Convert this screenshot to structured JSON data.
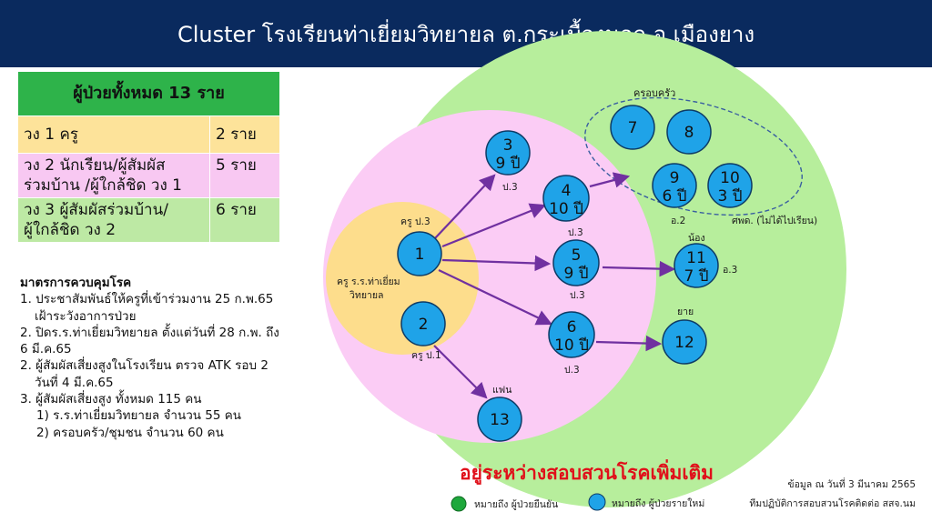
{
  "header": {
    "title": "Cluster โรงเรียนท่าเยี่ยมวิทยายล ต.กระเบื้องนอก อ.เมืองยาง"
  },
  "summary": {
    "total": "ผู้ป่วยทั้งหมด 13 ราย",
    "rows": [
      {
        "label": "วง 1 ครู",
        "count": "2 ราย"
      },
      {
        "label_line1": "วง 2 นักเรียน/ผู้สัมผัส",
        "label_line2": "ร่วมบ้าน /ผู้ใกล้ชิด วง 1",
        "count": "5 ราย"
      },
      {
        "label_line1": "วง 3 ผู้สัมผัสร่วมบ้าน/",
        "label_line2": "ผู้ใกล้ชิด วง 2",
        "count": "6 ราย"
      }
    ]
  },
  "measures": {
    "title": "มาตรการควบคุมโรค",
    "lines": [
      "1. ประชาสัมพันธ์ให้ครูที่เข้าร่วมงาน  25 ก.พ.65",
      "เฝ้าระวังอาการป่วย",
      "2. ปิดร.ร.ท่าเยี่ยมวิทยายล  ตั้งแต่วันที่ 28 ก.พ. ถึง",
      "6 มี.ค.65",
      "2. ผู้สัมผัสเสี่ยงสูงในโรงเรียน  ตรวจ ATK รอบ 2",
      "วันที่ 4 มี.ค.65",
      "3. ผู้สัมผัสเสี่ยงสูง ทั้งหมด 115 คน",
      "1) ร.ร.ท่าเยี่ยมวิทยายล   จำนวน  55 คน",
      "2) ครอบครัว/ชุมชน          จำนวน  60 คน"
    ]
  },
  "diagram": {
    "school_label_line1": "ครู ร.ร.ท่าเยี่ยม",
    "school_label_line2": "วิทยายล",
    "family_label": "ครอบครัว",
    "nodes": [
      {
        "id": "1",
        "line2": "",
        "tag": "ครู ป.3"
      },
      {
        "id": "2",
        "line2": "",
        "tag": "ครู ป.1"
      },
      {
        "id": "3",
        "line2": "9 ปี",
        "tag": "ป.3"
      },
      {
        "id": "4",
        "line2": "10 ปี",
        "tag": "ป.3"
      },
      {
        "id": "5",
        "line2": "9 ปี",
        "tag": "ป.3"
      },
      {
        "id": "6",
        "line2": "10 ปี",
        "tag": "ป.3"
      },
      {
        "id": "7",
        "line2": "",
        "tag": ""
      },
      {
        "id": "8",
        "line2": "",
        "tag": ""
      },
      {
        "id": "9",
        "line2": "6 ปี",
        "tag": "อ.2"
      },
      {
        "id": "10",
        "line2": "3 ปี",
        "tag": "ศพด. (ไม่ได้ไปเรียน)"
      },
      {
        "id": "11",
        "line2": "7 ปี",
        "tag": "อ.3",
        "top_tag": "น้อง"
      },
      {
        "id": "12",
        "line2": "",
        "tag": "",
        "top_tag": "ยาย"
      },
      {
        "id": "13",
        "line2": "",
        "tag": "",
        "top_tag": "แฟน"
      }
    ],
    "investigation": "อยู่ระหว่างสอบสวนโรคเพิ่มเติม"
  },
  "footer": {
    "date": "ข้อมูล ณ วันที่ 3 มีนาคม 2565",
    "legend_green": "หมายถึง ผู้ป่วยยืนยัน",
    "legend_blue": "หมายถึง ผู้ป่วยรายใหม่",
    "team": "ทีมปฏิบัติการสอบสวนโรคติดต่อ สสจ.นม"
  },
  "colors": {
    "header_bg": "#0a2a5e",
    "outer_circle": "#b7ee9c",
    "middle_circle": "#fbccf5",
    "inner_circle": "#fddd8c",
    "node_fill": "#1fa3e8",
    "arrow": "#7030a0",
    "confirmed_dot": "#1ea83c",
    "investigation_text": "#e0101a"
  }
}
